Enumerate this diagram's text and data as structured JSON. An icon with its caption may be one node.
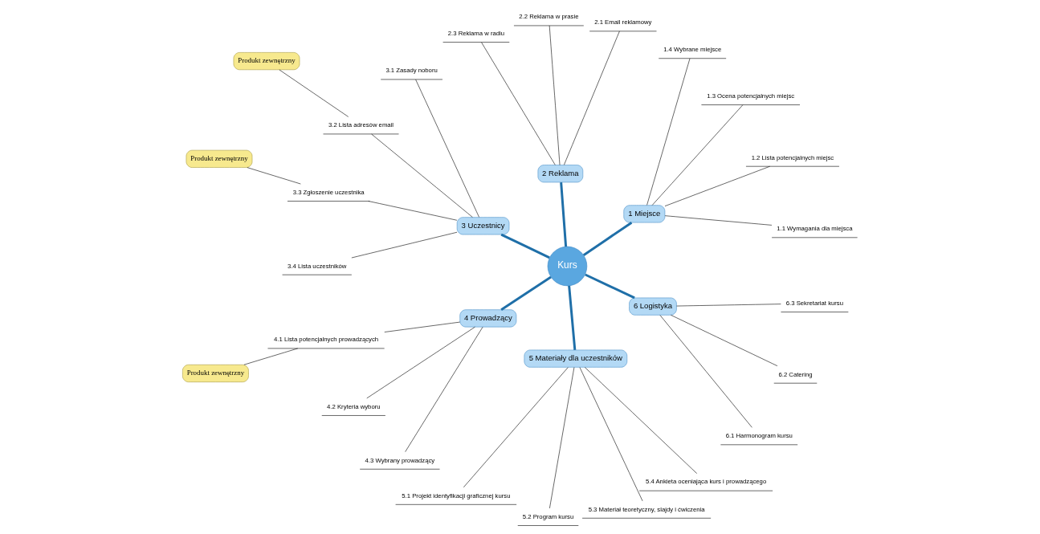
{
  "diagram": {
    "nodes": [
      {
        "text": [
          "Kurs"
        ]
      },
      {
        "text": [
          "1 Miejsce"
        ]
      },
      {
        "text": [
          "1.1 Wymagania dla miejsca"
        ]
      },
      {
        "text": [
          "1.2 Lista potencjalnych miejsc"
        ]
      },
      {
        "text": [
          "1.3 Ocena potencjalnych miejsc"
        ]
      },
      {
        "text": [
          "1.4 Wybrane miejsce"
        ]
      },
      {
        "text": [
          "2 Reklama"
        ]
      },
      {
        "text": [
          "2.1 Email reklamowy"
        ]
      },
      {
        "text": [
          "2.2 Reklama w prasie"
        ]
      },
      {
        "text": [
          "2.3 Reklama w radiu"
        ]
      },
      {
        "text": [
          "3 Uczestnicy"
        ]
      },
      {
        "text": [
          "3.1 Zasady noboru"
        ]
      },
      {
        "text": [
          "3.2 Lista adresów email"
        ]
      },
      {
        "text": [
          "3.3 Zgłoszenie uczestnika"
        ]
      },
      {
        "text": [
          "3.4 Lista uczestników"
        ]
      },
      {
        "text": [
          "4 Prowadzący"
        ]
      },
      {
        "text": [
          "4.1 Lista potencjalnych prowadzących"
        ]
      },
      {
        "text": [
          "4.2 Kryteria wyboru"
        ]
      },
      {
        "text": [
          "4.3 Wybrany prowadzący"
        ]
      },
      {
        "text": [
          "5 Materiały dla uczestników"
        ]
      },
      {
        "text": [
          "5.1 Projekt identyfikacji graficznej kursu"
        ]
      },
      {
        "text": [
          "5.2 Program kursu"
        ]
      },
      {
        "text": [
          "5.3 Materiał teoretyczny, slajdy i ćwiczenia"
        ]
      },
      {
        "text": [
          "5.4 Ankieta oceniająca kurs i prowadzącego"
        ]
      },
      {
        "text": [
          "6 Logistyka"
        ]
      },
      {
        "text": [
          "6.1 Harmonogram kursu"
        ]
      },
      {
        "text": [
          "6.2 Catering"
        ]
      },
      {
        "text": [
          "6.3 Sekretariat kursu"
        ]
      },
      {
        "text": [
          "Produkt zewnętrzny"
        ]
      },
      {
        "text": [
          "Produkt zewnętrzny"
        ]
      },
      {
        "text": [
          "Produkt zewnętrzny"
        ]
      }
    ],
    "edges": [
      {
        "from": 0,
        "to": 1,
        "arrow": "none",
        "style": "thick",
        "color": "#1f6fa8"
      },
      {
        "from": 1,
        "to": 2,
        "arrow": "none"
      },
      {
        "from": 1,
        "to": 3,
        "arrow": "none"
      },
      {
        "from": 1,
        "to": 4,
        "arrow": "none"
      },
      {
        "from": 1,
        "to": 5,
        "arrow": "none"
      },
      {
        "from": 0,
        "to": 6,
        "arrow": "none",
        "style": "thick",
        "color": "#1f6fa8"
      },
      {
        "from": 6,
        "to": 7,
        "arrow": "none"
      },
      {
        "from": 6,
        "to": 8,
        "arrow": "none"
      },
      {
        "from": 6,
        "to": 9,
        "arrow": "none"
      },
      {
        "from": 0,
        "to": 10,
        "arrow": "none",
        "style": "thick",
        "color": "#1f6fa8"
      },
      {
        "from": 10,
        "to": 11,
        "arrow": "none"
      },
      {
        "from": 10,
        "to": 12,
        "arrow": "none"
      },
      {
        "from": 10,
        "to": 13,
        "arrow": "none"
      },
      {
        "from": 10,
        "to": 14,
        "arrow": "none"
      },
      {
        "from": 0,
        "to": 15,
        "arrow": "none",
        "style": "thick",
        "color": "#1f6fa8"
      },
      {
        "from": 15,
        "to": 16,
        "arrow": "none"
      },
      {
        "from": 15,
        "to": 17,
        "arrow": "none"
      },
      {
        "from": 15,
        "to": 18,
        "arrow": "none"
      },
      {
        "from": 0,
        "to": 19,
        "arrow": "none",
        "style": "thick",
        "color": "#1f6fa8"
      },
      {
        "from": 19,
        "to": 20,
        "arrow": "none"
      },
      {
        "from": 19,
        "to": 21,
        "arrow": "none"
      },
      {
        "from": 19,
        "to": 22,
        "arrow": "none"
      },
      {
        "from": 19,
        "to": 23,
        "arrow": "none"
      },
      {
        "from": 0,
        "to": 24,
        "arrow": "none",
        "style": "thick",
        "color": "#1f6fa8"
      },
      {
        "from": 24,
        "to": 25,
        "arrow": "none"
      },
      {
        "from": 24,
        "to": 26,
        "arrow": "none"
      },
      {
        "from": 24,
        "to": 27,
        "arrow": "none"
      },
      {
        "from": 28,
        "to": 16,
        "arrow": "none"
      },
      {
        "from": 29,
        "to": 12,
        "arrow": "none"
      },
      {
        "from": 30,
        "to": 13,
        "arrow": "none"
      }
    ]
  }
}
